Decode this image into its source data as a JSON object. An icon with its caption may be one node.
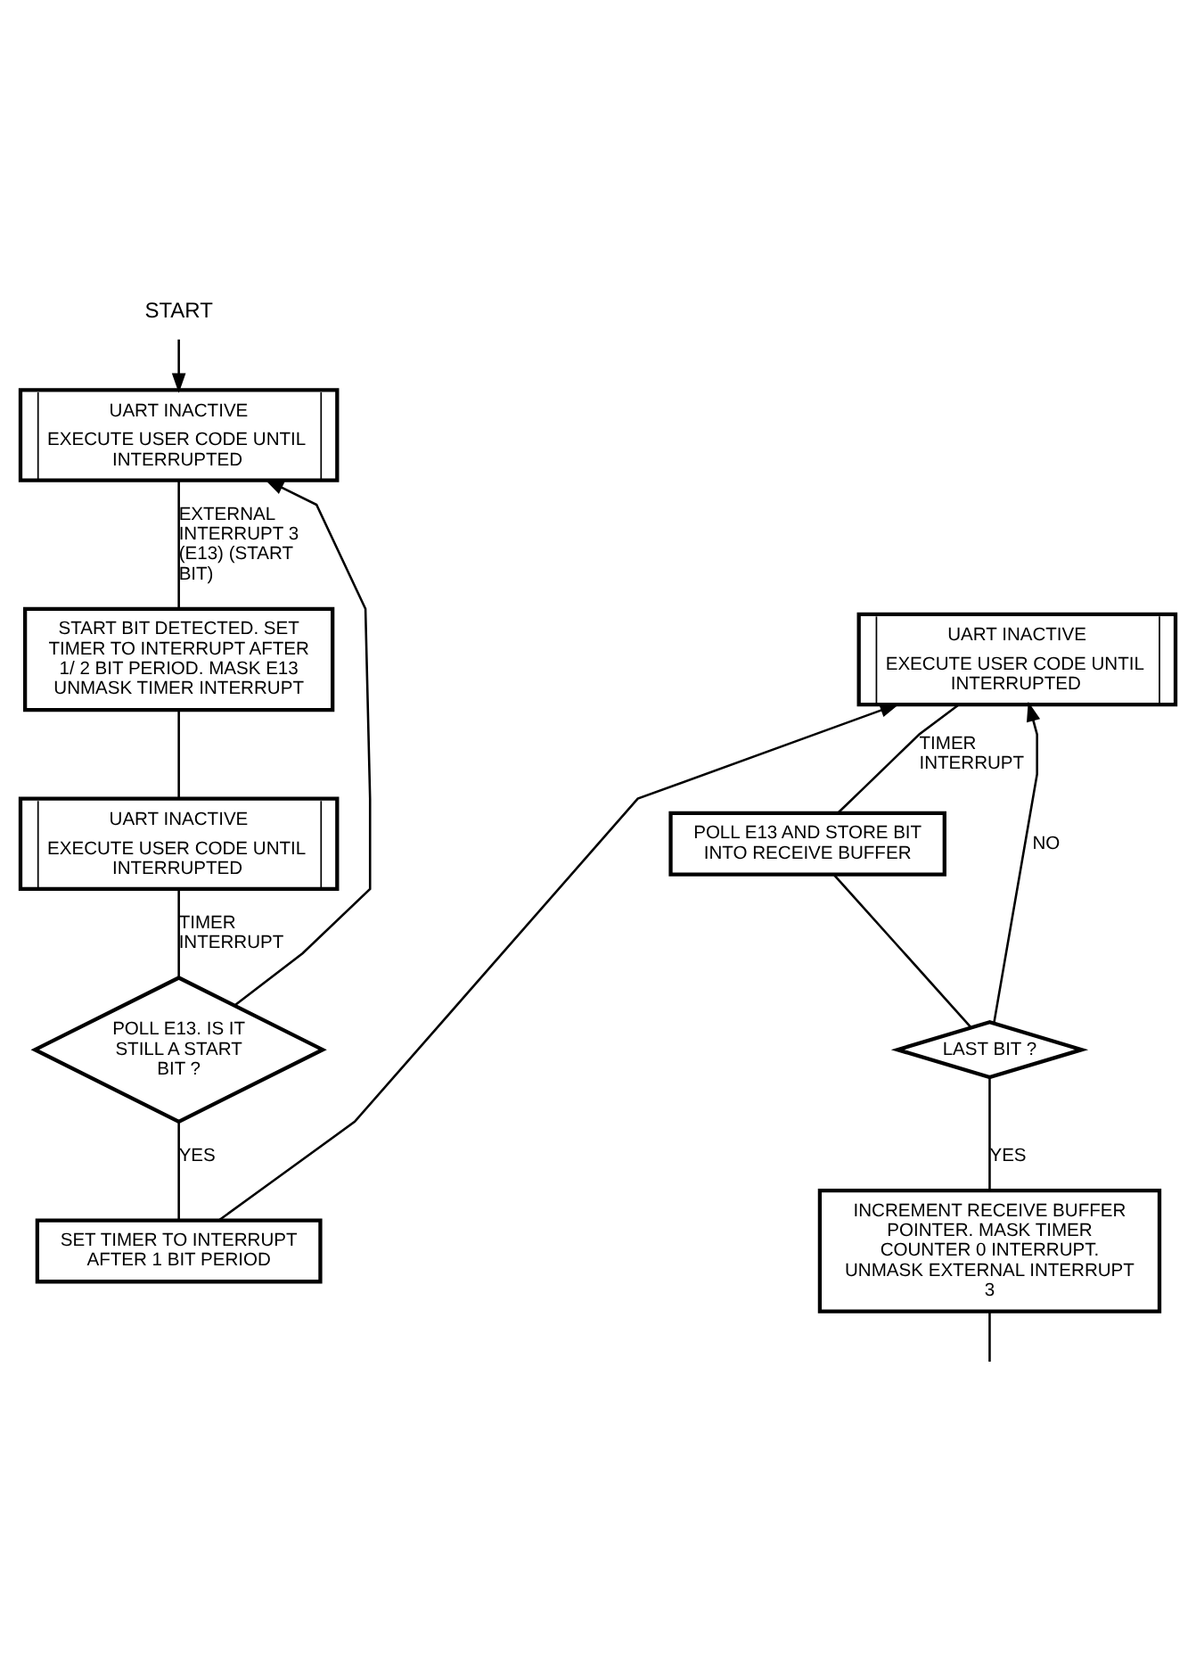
{
  "diagram": {
    "nodes": [
      {
        "text": [
          "START"
        ]
      },
      {
        "text": [
          "UART INACTIVE",
          "EXECUTE USER CODE UNTIL INTERRUPTED"
        ]
      },
      {
        "text": [
          "START BIT DETECTED. SET TIMER TO INTERRUPT AFTER 1/ 2 BIT PERIOD. MASK E13 UNMASK TIMER INTERRUPT"
        ]
      },
      {
        "text": [
          "UART INACTIVE",
          "EXECUTE USER CODE UNTIL INTERRUPTED"
        ]
      },
      {
        "text": [
          "POLL E13. IS IT STILL A START BIT ?"
        ]
      },
      {
        "text": [
          "SET TIMER TO INTERRUPT AFTER 1 BIT PERIOD"
        ]
      },
      {
        "text": [
          "UART INACTIVE",
          "EXECUTE USER CODE UNTIL INTERRUPTED"
        ]
      },
      {
        "text": [
          "POLL E13 AND STORE BIT INTO RECEIVE BUFFER"
        ]
      },
      {
        "text": [
          "LAST BIT ?"
        ]
      },
      {
        "text": [
          "INCREMENT RECEIVE BUFFER POINTER. MASK TIMER COUNTER 0 INTERRUPT. UNMASK EXTERNAL INTERRUPT 3"
        ]
      }
    ],
    "edges": [
      {
        "from": 0,
        "to": 1,
        "arrow": "to"
      },
      {
        "from": 1,
        "to": 2,
        "arrow": "none",
        "label": "EXTERNAL INTERRUPT 3 (E13) (START BIT)"
      },
      {
        "from": 2,
        "to": 3,
        "arrow": "none"
      },
      {
        "from": 3,
        "to": 4,
        "arrow": "none",
        "label": "TIMER INTERRUPT"
      },
      {
        "from": 4,
        "to": 1,
        "arrow": "to"
      },
      {
        "from": 4,
        "to": 5,
        "arrow": "none",
        "label": "YES"
      },
      {
        "from": 5,
        "to": 6,
        "arrow": "to"
      },
      {
        "from": 6,
        "to": 7,
        "arrow": "none",
        "label": "TIMER INTERRUPT"
      },
      {
        "from": 7,
        "to": 8,
        "arrow": "none"
      },
      {
        "from": 8,
        "to": 6,
        "arrow": "to",
        "label": "NO"
      },
      {
        "from": 8,
        "to": 9,
        "arrow": "none",
        "label": "YES"
      },
      {
        "from": 9,
        "to": null,
        "arrow": "none"
      }
    ]
  }
}
